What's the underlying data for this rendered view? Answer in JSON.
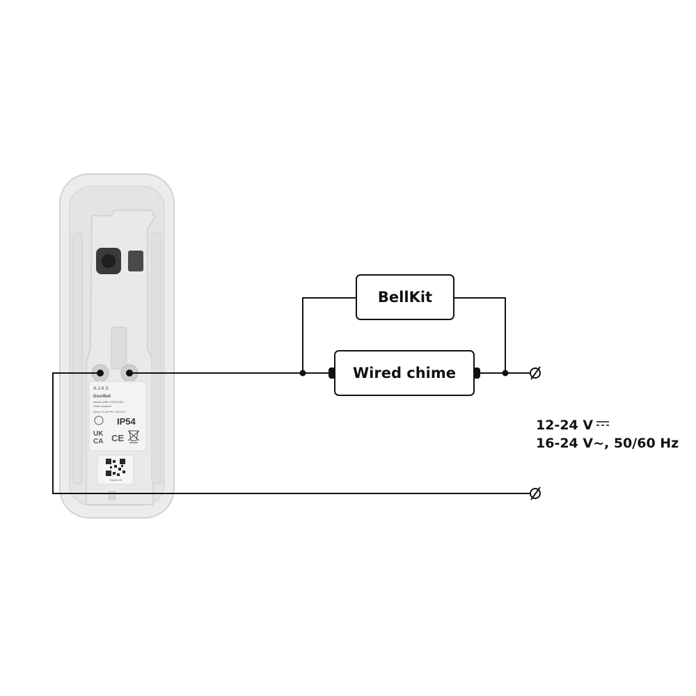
{
  "nodes": {
    "bellkit": "BellKit",
    "wired_chime": "Wired chime"
  },
  "supply": {
    "dc_line": "12-24 V",
    "ac_line": "16-24 V~, 50/60 Hz"
  },
  "terminal_symbol": "Ø",
  "device_label": {
    "brand": "AJAX",
    "product": "DoorBell",
    "model_line": "Model: ADB.Y.W.002.EU",
    "type_line": "Video doorbell",
    "input_line": "Input: 12-24 V⎓ / 16-24 V~",
    "rating": "IP54",
    "uk": "UK",
    "ca": "CA",
    "ce": "CE",
    "device_id": "Device ID"
  },
  "colors": {
    "wire": "#111111",
    "device_body": "#ececec",
    "device_plate": "#dedede"
  }
}
